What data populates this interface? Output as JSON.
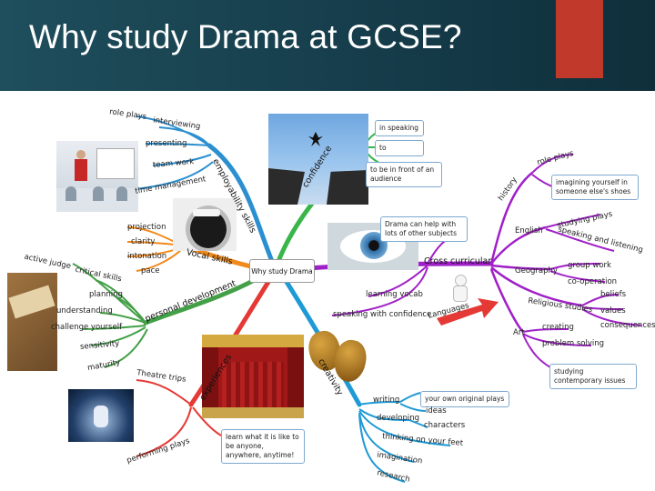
{
  "header": {
    "title": "Why study Drama at GCSE?",
    "background_color": "#1a4654",
    "accent_color": "#c0392b"
  },
  "mindmap": {
    "center": "Why study Drama",
    "branches": {
      "employability": {
        "label": "employability skills",
        "color": "#2b8fd0",
        "items": [
          "role plays",
          "interviewing",
          "presenting",
          "team work",
          "time management"
        ]
      },
      "confidence": {
        "label": "confidence",
        "color": "#39b54a",
        "items": [
          "in speaking",
          "to",
          "to be in front of an audience"
        ]
      },
      "vocal": {
        "label": "Vocal skills",
        "color": "#f08a1c",
        "items": [
          "projection",
          "clarity",
          "intonation",
          "pace"
        ]
      },
      "personal": {
        "label": "personal development",
        "color": "#43a047",
        "items": [
          "active judge",
          "critical skills",
          "planning",
          "understanding",
          "challenge yourself",
          "sensitivity",
          "maturity"
        ]
      },
      "cross": {
        "label": "Cross curricular",
        "color": "#a020c8",
        "box": "Drama can help with lots of other subjects",
        "items": [
          "learning vocab",
          "speaking with confidence",
          "Languages",
          "history",
          "role plays",
          "imagining yourself in someone else's shoes",
          "English",
          "studying plays",
          "speaking and listening",
          "Geography",
          "group work",
          "co-operation",
          "Religious studies",
          "beliefs",
          "values",
          "consequences",
          "Art",
          "creating",
          "problem solving",
          "studying contemporary issues"
        ]
      },
      "experiences": {
        "label": "experiences",
        "color": "#e53935",
        "items": [
          "Theatre trips",
          "performing plays",
          "learn what it is like to be anyone, anywhere, anytime!"
        ]
      },
      "creativity": {
        "label": "creativity",
        "color": "#1e9ad6",
        "items": [
          "writing",
          "your own original plays",
          "ideas",
          "developing",
          "characters",
          "thinking on your feet",
          "imagination",
          "research"
        ]
      }
    }
  },
  "images": {
    "presenter": "presentation-photo",
    "mouth": "shouting-mouth-photo",
    "jump": "cliff-jump-photo",
    "eye": "eye-photo",
    "success": "success-sign-photo",
    "theatre": "theatre-stage-photo",
    "masks": "drama-masks-icon",
    "stage": "performance-stage-photo",
    "figure": "figure-with-arrow-icon"
  }
}
